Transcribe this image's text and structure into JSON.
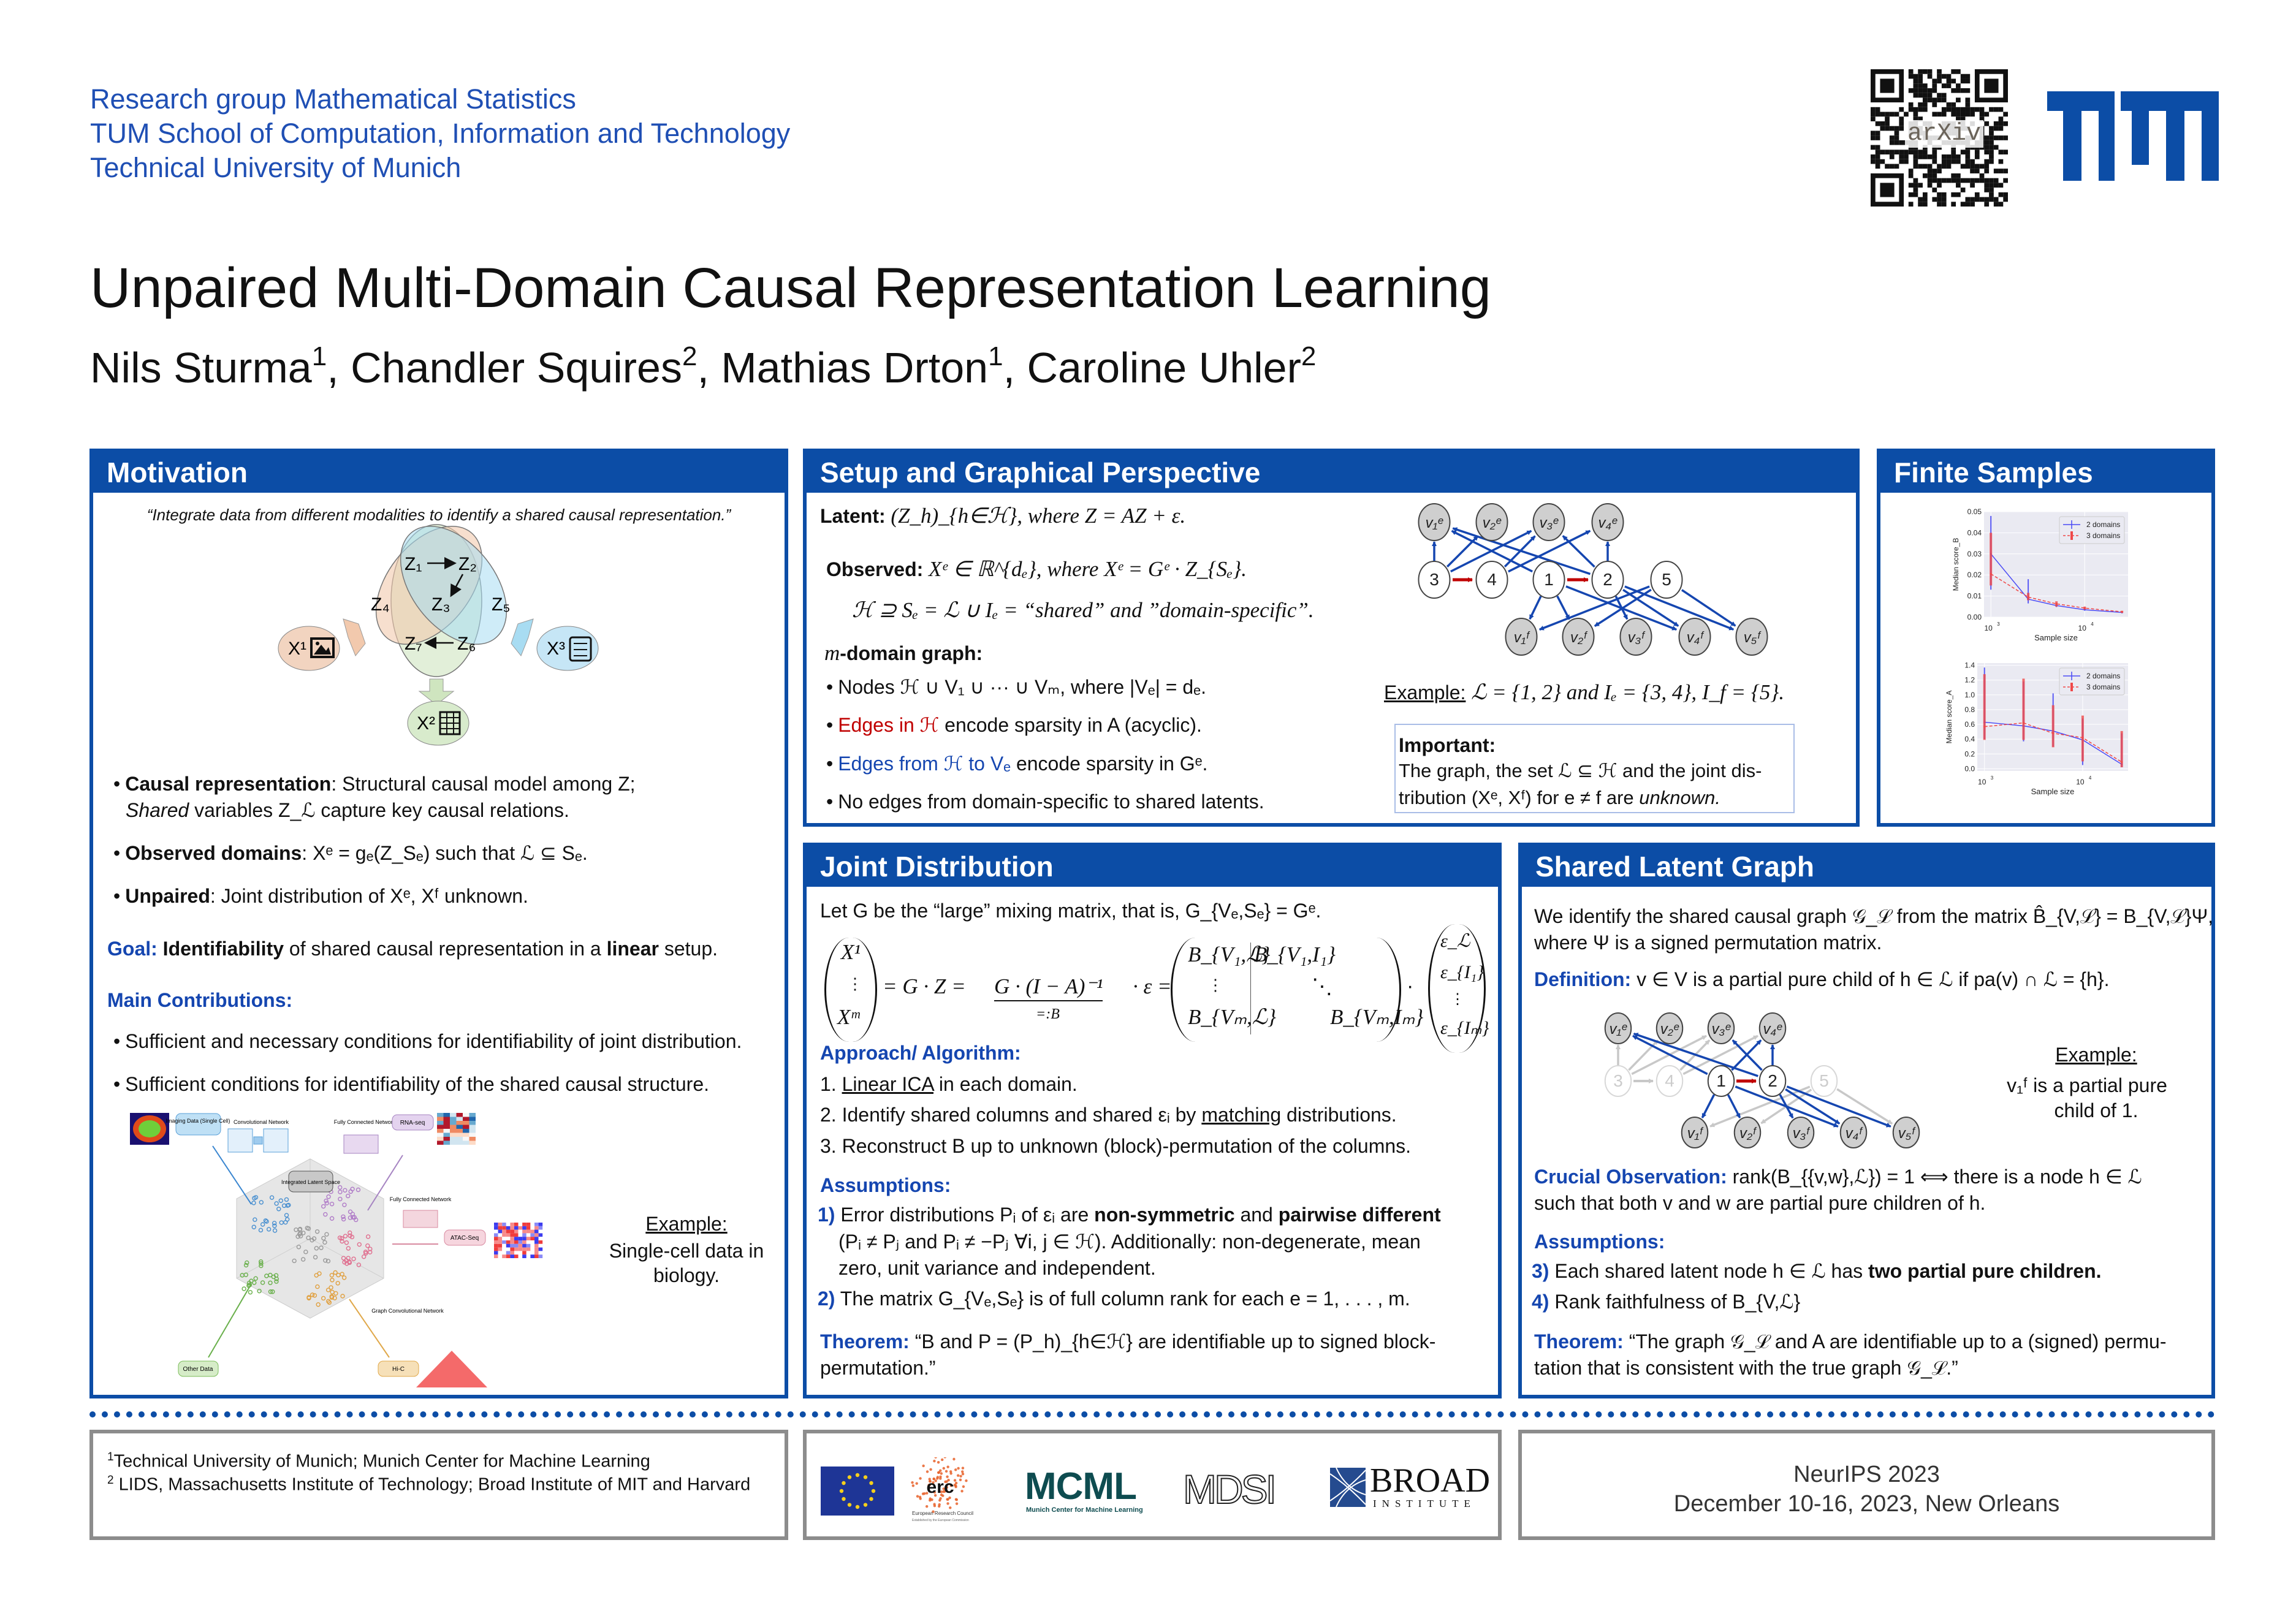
{
  "header": {
    "affil_lines": [
      "Research group Mathematical Statistics",
      "TUM School of Computation, Information and Technology",
      "Technical University of Munich"
    ],
    "qr_logo_text": "arXiv",
    "tum_logo_text": "TUM"
  },
  "title": "Unpaired Multi-Domain Causal Representation Learning",
  "authors": [
    {
      "name": "Nils Sturma",
      "sup": "1",
      "sep": ", "
    },
    {
      "name": "Chandler Squires",
      "sup": "2",
      "sep": ", "
    },
    {
      "name": "Mathias Drton",
      "sup": "1",
      "sep": ", "
    },
    {
      "name": "Caroline Uhler",
      "sup": "2",
      "sep": ""
    }
  ],
  "colors": {
    "tum_blue": "#0c4da6",
    "red": "#c00000",
    "two_domains": "#4b4bf5",
    "three_domains": "#f04848"
  },
  "motivation": {
    "heading": "Motivation",
    "quote": "“Integrate data from different modalities to identify a shared causal representation.”",
    "venn": {
      "latents": [
        "Z₁",
        "Z₂",
        "Z₃",
        "Z₄",
        "Z₅",
        "Z₆",
        "Z₇"
      ],
      "domains": [
        "X¹",
        "X²",
        "X³"
      ],
      "domain_icons": [
        "image-icon",
        "table-icon",
        "text-document-icon"
      ]
    },
    "bullets": [
      {
        "bold": "Causal representation",
        "rest": ": Structural causal model among Z;",
        "line2_italic": "Shared",
        "line2_rest": " variables Z_ℒ capture key causal relations."
      },
      {
        "bold": "Observed domains",
        "rest": ": Xᵉ = gₑ(Z_Sₑ) such that ℒ ⊆ Sₑ."
      },
      {
        "bold": "Unpaired",
        "rest": ": Joint distribution of Xᵉ, Xᶠ unknown."
      }
    ],
    "goal": {
      "label": "Goal:",
      "bold1": "Identifiability",
      "mid": " of shared causal representation in a ",
      "bold2": "linear",
      "end": " setup."
    },
    "contrib_heading": "Main Contributions:",
    "contributions": [
      "Sufficient and necessary conditions for identifiability of joint distribution.",
      "Sufficient conditions for identifiability of the shared causal structure."
    ],
    "figure_labels": {
      "imaging": "Imaging Data (Single Cell)",
      "conv": "Convolutional Network",
      "fc1": "Fully Connected Network",
      "rna": "RNA-seq",
      "latent": "Integrated Latent Space",
      "fc2": "Fully Connected Network",
      "atac": "ATAC-Seq",
      "gcn": "Graph Convolutional Network",
      "other": "Other Data",
      "hic": "Hi-C"
    },
    "example": {
      "label": "Example:",
      "line1": "Single-cell data in",
      "line2": "biology."
    }
  },
  "setup": {
    "heading": "Setup and Graphical Perspective",
    "latent_label": "Latent:",
    "latent_text": " (Z_h)_{h∈ℋ}, where Z = AZ + ε.",
    "observed_label": "Observed:",
    "observed_text": " Xᵉ ∈ ℝ^{dₑ}, where Xᵉ = Gᵉ · Z_{Sₑ}.",
    "sets_text": "ℋ ⊇ Sₑ = ℒ ∪ Iₑ = “shared” and ”domain-specific”.",
    "mgraph_m": "m",
    "mgraph_label": "-domain graph:",
    "nodes_text": "Nodes ℋ ∪ V₁ ∪ ··· ∪ Vₘ, where |Vₑ| = dₑ.",
    "edges_red_colored": "Edges in ℋ",
    "edges_red_rest": " encode sparsity in A (acyclic).",
    "edges_blue_colored": "Edges from ℋ to Vₑ",
    "edges_blue_rest": " encode sparsity in Gᵉ.",
    "no_edges": "No edges from domain-specific to shared latents.",
    "example_label": "Example:",
    "example_text": " ℒ = {1, 2} and Iₑ = {3, 4}, I_f = {5}.",
    "important_label": "Important:",
    "important_line1": "The graph, the set ℒ ⊆ ℋ and the joint dis-",
    "important_line2a": "tribution (Xᵉ, Xᶠ) for e ≠ f are ",
    "important_line2b": "unknown.",
    "graph": {
      "nodes": {
        "v1e": "v₁ᵉ",
        "v2e": "v₂ᵉ",
        "v3e": "v₃ᵉ",
        "v4e": "v₄ᵉ",
        "h3": "3",
        "h4": "4",
        "h1": "1",
        "h2": "2",
        "h5": "5",
        "v1f": "v₁ᶠ",
        "v2f": "v₂ᶠ",
        "v3f": "v₃ᶠ",
        "v4f": "v₄ᶠ",
        "v5f": "v₅ᶠ"
      },
      "latent_edges": [
        [
          "h3",
          "h4"
        ],
        [
          "h1",
          "h2"
        ]
      ],
      "mixing_edges": [
        [
          "h3",
          "v1e"
        ],
        [
          "h3",
          "v2e"
        ],
        [
          "h3",
          "v3e"
        ],
        [
          "h4",
          "v3e"
        ],
        [
          "h4",
          "v4e"
        ],
        [
          "h1",
          "v1e"
        ],
        [
          "h2",
          "v1e"
        ],
        [
          "h2",
          "v3e"
        ],
        [
          "h2",
          "v4e"
        ],
        [
          "h1",
          "v1f"
        ],
        [
          "h1",
          "v2f"
        ],
        [
          "h1",
          "v4f"
        ],
        [
          "h2",
          "v3f"
        ],
        [
          "h2",
          "v4f"
        ],
        [
          "h2",
          "v5f"
        ],
        [
          "h5",
          "v1f"
        ],
        [
          "h5",
          "v2f"
        ],
        [
          "h5",
          "v5f"
        ]
      ]
    }
  },
  "finite_samples": {
    "heading": "Finite Samples"
  },
  "chart_data": [
    {
      "type": "line",
      "title": "",
      "xlabel": "Sample size",
      "ylabel": "Median score_B",
      "xscale": "log",
      "xlim": [
        845,
        29000
      ],
      "ylim": [
        0,
        0.05
      ],
      "yticks": [
        "0.00",
        "0.01",
        "0.02",
        "0.03",
        "0.04",
        "0.05"
      ],
      "ytick_values": [
        0,
        0.01,
        0.02,
        0.03,
        0.04,
        0.05
      ],
      "xticks": [
        {
          "base": "10",
          "exp": "3",
          "value": 1000
        },
        {
          "base": "10",
          "exp": "4",
          "value": 10000
        }
      ],
      "x": [
        1000,
        2500,
        5000,
        10000,
        25000
      ],
      "legend_position": "top-right",
      "grid": true,
      "series": [
        {
          "name": "2 domains",
          "style": "solid",
          "values": [
            0.03,
            0.0085,
            0.0055,
            0.0035,
            0.0022
          ],
          "err_low": [
            0.013,
            0.0065,
            0.0048,
            0.0031,
            0.0019
          ],
          "err_high": [
            0.048,
            0.018,
            0.0065,
            0.0042,
            0.0027
          ]
        },
        {
          "name": "3 domains",
          "style": "dashed",
          "values": [
            0.0205,
            0.0095,
            0.0063,
            0.0043,
            0.0025
          ],
          "err_low": [
            0.015,
            0.008,
            0.005,
            0.0036,
            0.002
          ],
          "err_high": [
            0.04,
            0.0115,
            0.0075,
            0.005,
            0.003
          ]
        }
      ]
    },
    {
      "type": "line",
      "title": "",
      "xlabel": "Sample size",
      "ylabel": "Median score_A",
      "xscale": "log",
      "xlim": [
        845,
        29000
      ],
      "ylim": [
        -0.03,
        1.43
      ],
      "yticks": [
        "0.0",
        "0.2",
        "0.4",
        "0.6",
        "0.8",
        "1.0",
        "1.2",
        "1.4"
      ],
      "ytick_values": [
        0,
        0.2,
        0.4,
        0.6,
        0.8,
        1.0,
        1.2,
        1.4
      ],
      "xticks": [
        {
          "base": "10",
          "exp": "3",
          "value": 1000
        },
        {
          "base": "10",
          "exp": "4",
          "value": 10000
        }
      ],
      "x": [
        1000,
        2500,
        5000,
        10000,
        25000
      ],
      "legend_position": "top-right",
      "grid": true,
      "series": [
        {
          "name": "2 domains",
          "style": "solid",
          "values": [
            0.63,
            0.58,
            0.51,
            0.39,
            0.06
          ],
          "err_low": [
            0.4,
            0.37,
            0.3,
            0.05,
            0.02
          ],
          "err_high": [
            1.37,
            1.18,
            1.02,
            0.68,
            0.48
          ]
        },
        {
          "name": "3 domains",
          "style": "dashed",
          "values": [
            0.57,
            0.62,
            0.48,
            0.42,
            0.09
          ],
          "err_low": [
            0.39,
            0.39,
            0.29,
            0.1,
            0.02
          ],
          "err_high": [
            1.28,
            1.22,
            0.86,
            0.72,
            0.51
          ]
        }
      ]
    }
  ],
  "joint": {
    "heading": "Joint Distribution",
    "intro": "Let G be the “large” mixing matrix, that is, G_{Vₑ,Sₑ} = Gᵉ.",
    "eq": {
      "lhs_top": "X¹",
      "vdots": "⋮",
      "lhs_bot": "Xᵐ",
      "mid": "= G · Z =",
      "under": "G · (I − A)⁻¹",
      "brace_label": "=:B",
      "after": "· ε =",
      "b11": "B_{V₁,ℒ}",
      "b12": "B_{V₁,I₁}",
      "bm1": "B_{Vₘ,ℒ}",
      "bmm": "B_{Vₘ,Iₘ}",
      "ddots": "⋱",
      "dot": "·",
      "e1": "ε_ℒ",
      "e2": "ε_{I₁}",
      "e3": "ε_{Iₘ}"
    },
    "approach_heading": "Approach/ Algorithm:",
    "steps": [
      {
        "num": "1.",
        "u": "Linear ICA",
        "rest": " in each domain."
      },
      {
        "num": "2.",
        "pre": "Identify shared columns and shared εᵢ by ",
        "u": "matching",
        "rest": " distributions."
      },
      {
        "num": "3.",
        "rest": "Reconstruct B up to unknown (block)-permutation of the columns."
      }
    ],
    "assumptions_heading": "Assumptions:",
    "a1_num": "1)",
    "a1_pre": "Error distributions Pᵢ of εᵢ are ",
    "a1_b1": "non-symmetric",
    "a1_mid": " and ",
    "a1_b2": "pairwise different",
    "a1_line2": "(Pᵢ ≠ Pⱼ and Pᵢ ≠ −Pⱼ ∀i, j ∈ ℋ). Additionally: non-degenerate, mean",
    "a1_line3": "zero, unit variance and independent.",
    "a2_num": "2)",
    "a2_text": "The matrix G_{Vₑ,Sₑ} is of full column rank for each e = 1, . . . , m.",
    "theorem_label": "Theorem:",
    "theorem_line1": "“B and P = (P_h)_{h∈ℋ} are identifiable up to signed block-",
    "theorem_line2": "permutation.”"
  },
  "shared": {
    "heading": "Shared Latent Graph",
    "intro1": "We identify the shared causal graph 𝒢_ℒ from the matrix B̂_{V,ℒ} = B_{V,ℒ}Ψ,",
    "intro2": "where Ψ is a signed permutation matrix.",
    "def_label": "Definition:",
    "def_text": " v ∈ V is a partial pure child of h ∈ ℒ if pa(v) ∩ ℒ = {h}.",
    "example_label": "Example:",
    "example_line1": "v₁ᶠ is a partial pure",
    "example_line2": "child of 1.",
    "crucial_label": "Crucial Observation:",
    "crucial_text": " rank(B_{{v,w},ℒ}) = 1  ⟺  there is a node h ∈ ℒ",
    "crucial_line2": "such that both v and w are partial pure children of h.",
    "assumptions_heading": "Assumptions:",
    "a3_num": "3)",
    "a3_pre": "Each shared latent node h ∈ ℒ has ",
    "a3_bold": "two partial pure children.",
    "a4_num": "4)",
    "a4_text": "Rank faithfulness of B_{V,ℒ}",
    "theorem_label": "Theorem:",
    "theorem_line1": " “The graph 𝒢_ℒ and A are identifiable up to a (signed) permu-",
    "theorem_line2": "tation that is consistent with the true graph 𝒢_ℒ.”",
    "graph": {
      "active_latent_edges": [
        [
          "h1",
          "h2"
        ]
      ],
      "faded_latent_edges": [
        [
          "h3",
          "h4"
        ]
      ],
      "active_edges": [
        [
          "h1",
          "v1e"
        ],
        [
          "h2",
          "v1e"
        ],
        [
          "h1",
          "v4e"
        ],
        [
          "h2",
          "v3e"
        ],
        [
          "h2",
          "v4e"
        ],
        [
          "h1",
          "v1f"
        ],
        [
          "h1",
          "v2f"
        ],
        [
          "h1",
          "v4f"
        ],
        [
          "h2",
          "v3f"
        ],
        [
          "h2",
          "v4f"
        ],
        [
          "h2",
          "v5f"
        ]
      ],
      "faded_edges": [
        [
          "h3",
          "v1e"
        ],
        [
          "h3",
          "v2e"
        ],
        [
          "h3",
          "v3e"
        ],
        [
          "h4",
          "v3e"
        ],
        [
          "h4",
          "v4e"
        ],
        [
          "h5",
          "v1f"
        ],
        [
          "h5",
          "v2f"
        ],
        [
          "h5",
          "v5f"
        ]
      ],
      "faded_nodes": [
        "h3",
        "h4",
        "h5"
      ]
    }
  },
  "footer": {
    "affil1_sup": "1",
    "affil1": "Technical University of Munich; Munich Center for Machine Learning",
    "affil2_sup": "2",
    "affil2": " LIDS, Massachusetts Institute of Technology; Broad Institute of MIT and Harvard",
    "logos": {
      "erc": "erc",
      "erc_sub1": "European Research Council",
      "erc_sub2": "Established by the European Commission",
      "mcml": "MCML",
      "mcml_sub": "Munich Center for Machine Learning",
      "mdsi": "MDSI",
      "broad": "BROAD",
      "broad_sub": "INSTITUTE"
    },
    "venue": "NeurIPS 2023",
    "dates": "December 10-16, 2023, New Orleans"
  }
}
